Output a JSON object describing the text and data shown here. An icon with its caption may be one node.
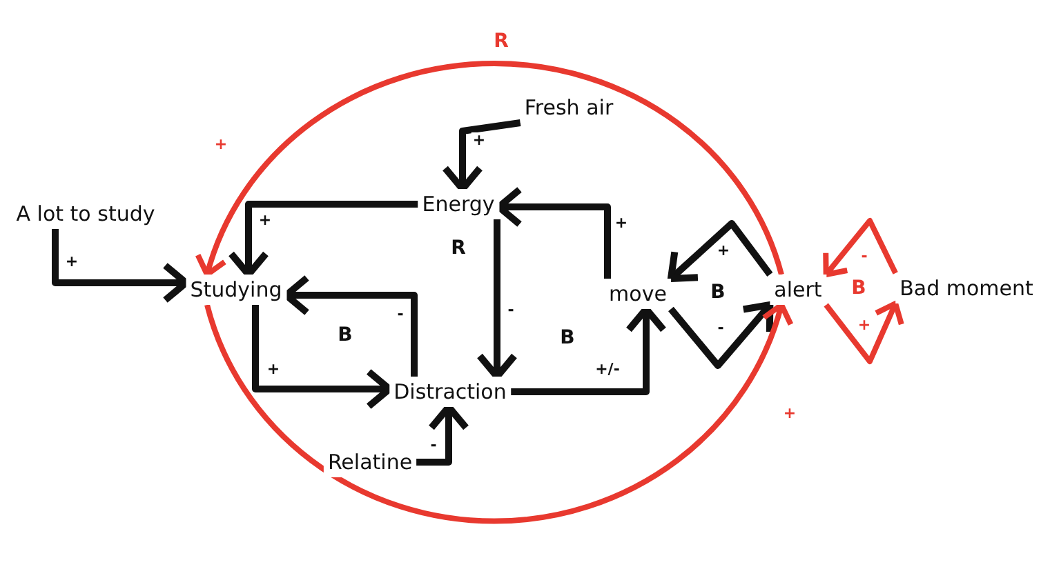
{
  "diagram": {
    "nodes": [
      {
        "text": [
          "Fresh air"
        ]
      },
      {
        "text": [
          "Energy"
        ]
      },
      {
        "text": [
          "A lot to study"
        ]
      },
      {
        "text": [
          "Studying"
        ]
      },
      {
        "text": [
          "move"
        ]
      },
      {
        "text": [
          "alert"
        ]
      },
      {
        "text": [
          "Bad moment"
        ]
      },
      {
        "text": [
          "Distraction"
        ]
      },
      {
        "text": [
          "Relatine"
        ]
      }
    ],
    "edges": [
      {
        "from": 0,
        "to": 1,
        "arrow": "to",
        "label": "+"
      },
      {
        "from": 1,
        "to": 3,
        "arrow": "to",
        "label": "+"
      },
      {
        "from": 2,
        "to": 3,
        "arrow": "to",
        "label": "+"
      },
      {
        "from": 3,
        "to": 7,
        "arrow": "to",
        "label": "+"
      },
      {
        "from": 7,
        "to": 3,
        "arrow": "to",
        "label": "-"
      },
      {
        "from": 1,
        "to": 7,
        "arrow": "to",
        "label": "-"
      },
      {
        "from": 8,
        "to": 7,
        "arrow": "to",
        "label": "-"
      },
      {
        "from": 4,
        "to": 1,
        "arrow": "to",
        "label": "+"
      },
      {
        "from": 5,
        "to": 4,
        "arrow": "to",
        "label": "+"
      },
      {
        "from": 7,
        "to": 4,
        "arrow": "to",
        "label": "+/-"
      },
      {
        "from": 4,
        "to": 5,
        "arrow": "to",
        "label": "-"
      },
      {
        "from": 5,
        "to": 3,
        "arrow": "to",
        "label": "+",
        "color": "#e8392f"
      },
      {
        "from": 3,
        "to": 5,
        "arrow": "to",
        "label": "+",
        "color": "#e8392f"
      },
      {
        "from": 6,
        "to": 5,
        "arrow": "to",
        "label": "-",
        "color": "#e8392f"
      },
      {
        "from": 5,
        "to": 6,
        "arrow": "to",
        "label": "+",
        "color": "#e8392f"
      }
    ],
    "labels": [
      "R",
      "R",
      "B",
      "B",
      "B",
      "B"
    ]
  }
}
